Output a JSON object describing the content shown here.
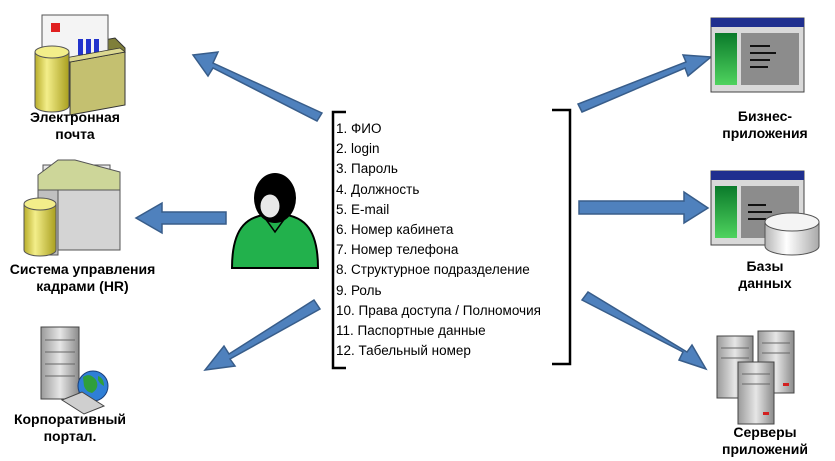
{
  "left_systems": [
    {
      "id": "email",
      "lines": [
        "Электронная",
        "почта"
      ]
    },
    {
      "id": "hr",
      "lines": [
        "Система управления",
        "кадрами (HR)"
      ]
    },
    {
      "id": "portal",
      "lines": [
        "Корпоративный",
        "портал."
      ]
    }
  ],
  "right_systems": [
    {
      "id": "business-apps",
      "lines": [
        "Бизнес-",
        "приложения"
      ]
    },
    {
      "id": "databases",
      "lines": [
        "Базы",
        "данных"
      ]
    },
    {
      "id": "app-servers",
      "lines": [
        "Серверы",
        "приложений"
      ]
    }
  ],
  "attributes": [
    "1. ФИО",
    "2. login",
    "3. Пароль",
    "4. Должность",
    "5. E-mail",
    "6. Номер кабинета",
    "7. Номер телефона",
    "8. Структурное подразделение",
    "9. Роль",
    "10. Права доступа / Полномочия",
    "11. Паспортные данные",
    "12. Табельный номер"
  ],
  "colors": {
    "arrow": "#4f81bd",
    "arrow_stroke": "#385d8a",
    "user_body": "#22b14c",
    "cylinder": "#e8e26a",
    "window_title": "#1f2f8f"
  },
  "icons": {
    "user": "user-icon",
    "email": "mail-folder-icon",
    "hr": "hr-folder-icon",
    "portal": "portal-server-globe-icon",
    "business-apps": "app-window-icon",
    "databases": "database-window-icon",
    "app-servers": "server-towers-icon"
  }
}
